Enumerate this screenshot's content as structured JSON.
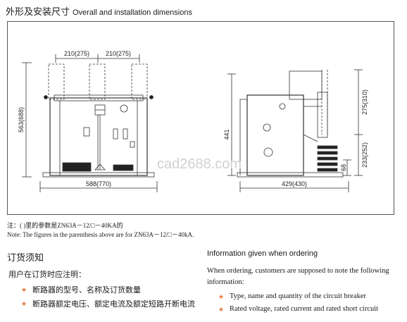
{
  "header": {
    "title_zh": "外形及安装尺寸",
    "title_en": "Overall and installation dimensions"
  },
  "drawing": {
    "dim_pitch_left": "210(275)",
    "dim_pitch_right": "210(275)",
    "dim_total_width": "588(770)",
    "dim_total_height": "563(688)",
    "dim_body_height": "441",
    "dim_depth": "429(430)",
    "dim_upper": "275(310)",
    "dim_lower": "233(252)",
    "dim_base": "68",
    "watermark": "cad2688.com"
  },
  "notes": {
    "cn": "注：( )里的参数是ZN63A－12/□－40KA的",
    "en": "Note: The figures in the parenthesis above are for ZN63A－12/□－40kA."
  },
  "ordering": {
    "title_zh": "订货须知",
    "intro_zh": "用户在订货时应注明：",
    "items_zh": [
      "断路器的型号、名称及订货数量",
      "断路器额定电压、额定电流及额定短路开断电流"
    ],
    "title_en": "Information given when ordering",
    "intro_en": "When ordering, customers are supposed to note the following information:",
    "items_en": [
      "Type, name and quantity of the circuit breaker",
      "Rated voltage, rated current and rated short circuit"
    ],
    "bullet_symbol": "★"
  },
  "colors": {
    "bullet": "#e8733a",
    "line": "#333333"
  }
}
